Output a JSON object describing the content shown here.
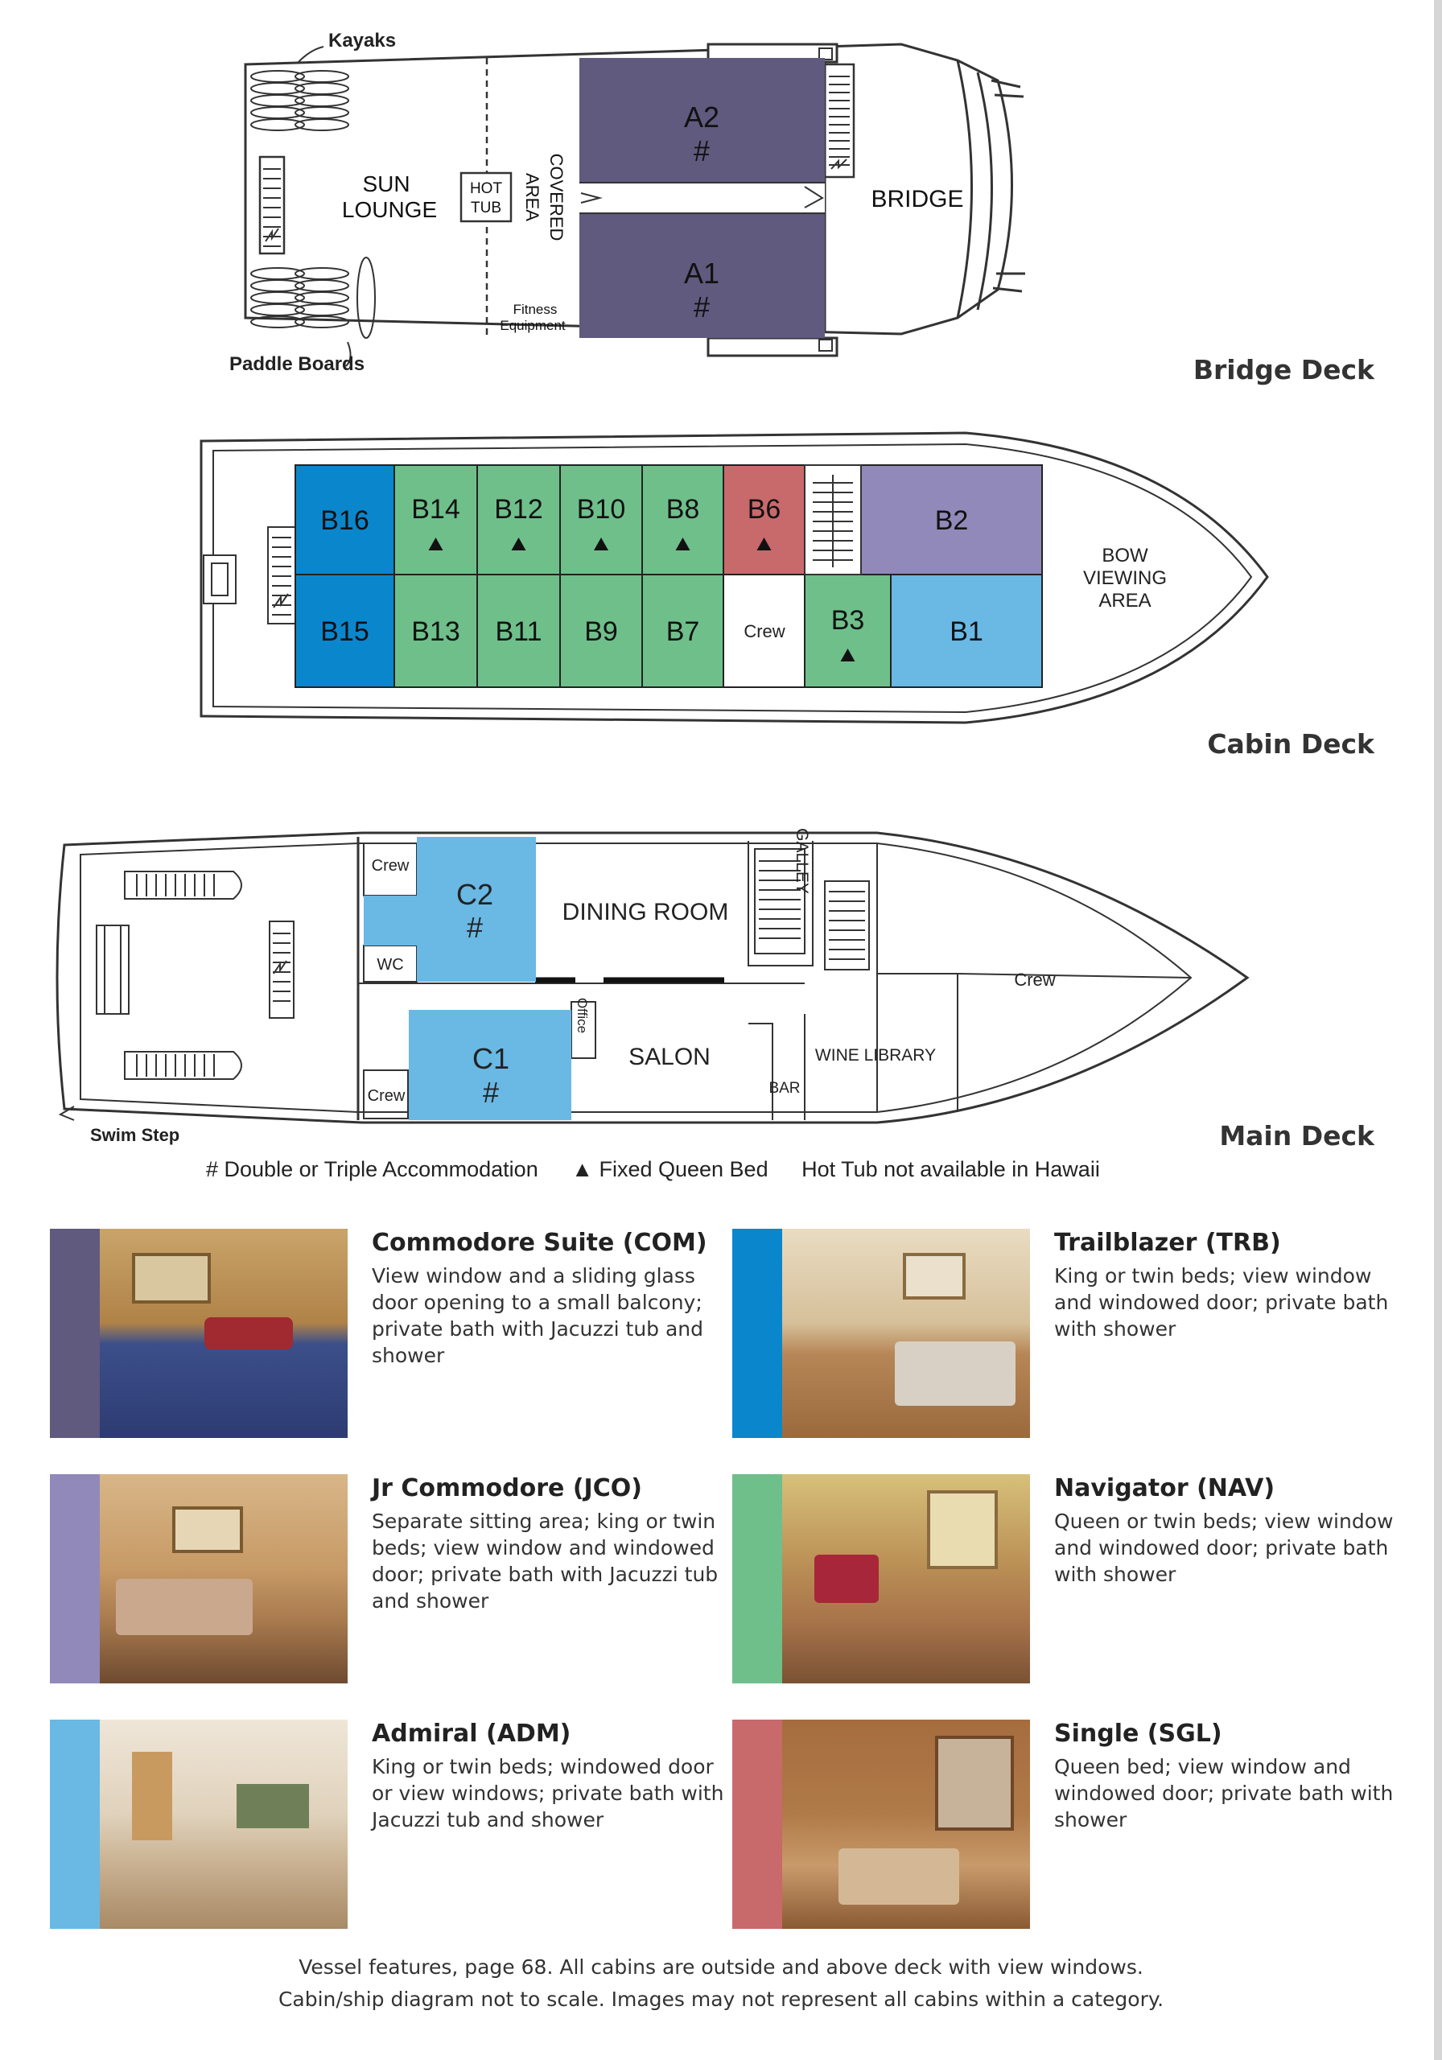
{
  "decks": {
    "bridge": {
      "name": "Bridge Deck",
      "labels": {
        "kayaks": "Kayaks",
        "paddle_boards": "Paddle Boards",
        "sun": "SUN",
        "lounge": "LOUNGE",
        "hot": "HOT",
        "tub": "TUB",
        "covered": "COVERED",
        "area": "AREA",
        "fitness": "Fitness",
        "equipment": "Equipment",
        "bridge": "BRIDGE"
      },
      "cabins": [
        {
          "id": "A2",
          "mark": "#",
          "category": "COM"
        },
        {
          "id": "A1",
          "mark": "#",
          "category": "COM"
        }
      ]
    },
    "cabin": {
      "name": "Cabin Deck",
      "labels": {
        "bow": "BOW",
        "viewing": "VIEWING",
        "area": "AREA",
        "crew": "Crew"
      },
      "cabins": [
        {
          "id": "B16",
          "category": "TRB",
          "queen": false
        },
        {
          "id": "B14",
          "category": "NAV",
          "queen": true
        },
        {
          "id": "B12",
          "category": "NAV",
          "queen": true
        },
        {
          "id": "B10",
          "category": "NAV",
          "queen": true
        },
        {
          "id": "B8",
          "category": "NAV",
          "queen": true
        },
        {
          "id": "B6",
          "category": "SGL",
          "queen": true
        },
        {
          "id": "B2",
          "category": "JCO",
          "queen": false
        },
        {
          "id": "B15",
          "category": "TRB",
          "queen": false
        },
        {
          "id": "B13",
          "category": "NAV",
          "queen": false
        },
        {
          "id": "B11",
          "category": "NAV",
          "queen": false
        },
        {
          "id": "B9",
          "category": "NAV",
          "queen": false
        },
        {
          "id": "B7",
          "category": "NAV",
          "queen": false
        },
        {
          "id": "B3",
          "category": "NAV",
          "queen": true
        },
        {
          "id": "B1",
          "category": "ADM",
          "queen": false
        }
      ]
    },
    "main": {
      "name": "Main Deck",
      "labels": {
        "crew": "Crew",
        "wc": "WC",
        "dining_room": "DINING ROOM",
        "galley": "GALLEY",
        "office": "Office",
        "salon": "SALON",
        "bar": "BAR",
        "wine_library": "WINE LIBRARY",
        "swim_step": "Swim Step"
      },
      "cabins": [
        {
          "id": "C2",
          "mark": "#",
          "category": "ADM"
        },
        {
          "id": "C1",
          "mark": "#",
          "category": "ADM"
        }
      ]
    }
  },
  "legend": {
    "double_triple": "# Double or Triple Accommodation",
    "fixed_queen": "▲ Fixed Queen Bed",
    "hot_tub": "Hot Tub not available in Hawaii"
  },
  "colors": {
    "COM": "#5f5a7e",
    "JCO": "#9189b9",
    "ADM": "#6ab8e4",
    "TRB": "#0a86cd",
    "NAV": "#6fbf8b",
    "SGL": "#c8696b"
  },
  "categories": [
    {
      "code": "COM",
      "title": "Commodore Suite (COM)",
      "desc": "View window and a sliding glass door opening to a small balcony; private bath with Jacuzzi tub and shower",
      "photo_icon": "stateroom-photo"
    },
    {
      "code": "TRB",
      "title": "Trailblazer (TRB)",
      "desc": "King or twin beds; view window and windowed door; private bath with shower",
      "photo_icon": "stateroom-photo"
    },
    {
      "code": "JCO",
      "title": "Jr Commodore (JCO)",
      "desc": "Separate sitting area; king or twin beds; view window and windowed door; private bath with Jacuzzi tub and shower",
      "photo_icon": "stateroom-photo"
    },
    {
      "code": "NAV",
      "title": "Navigator (NAV)",
      "desc": "Queen or twin beds; view window and windowed door; private bath with shower",
      "photo_icon": "stateroom-photo"
    },
    {
      "code": "ADM",
      "title": "Admiral (ADM)",
      "desc": "King or twin beds; windowed door or view windows; private bath with Jacuzzi tub and shower",
      "photo_icon": "stateroom-photo"
    },
    {
      "code": "SGL",
      "title": "Single (SGL)",
      "desc": "Queen bed; view window and windowed door; private bath with shower",
      "photo_icon": "stateroom-photo"
    }
  ],
  "footer": {
    "line1": "Vessel features, page 68. All cabins are outside and above deck with view windows.",
    "line2": "Cabin/ship diagram not to scale. Images may not represent all cabins within a category."
  }
}
